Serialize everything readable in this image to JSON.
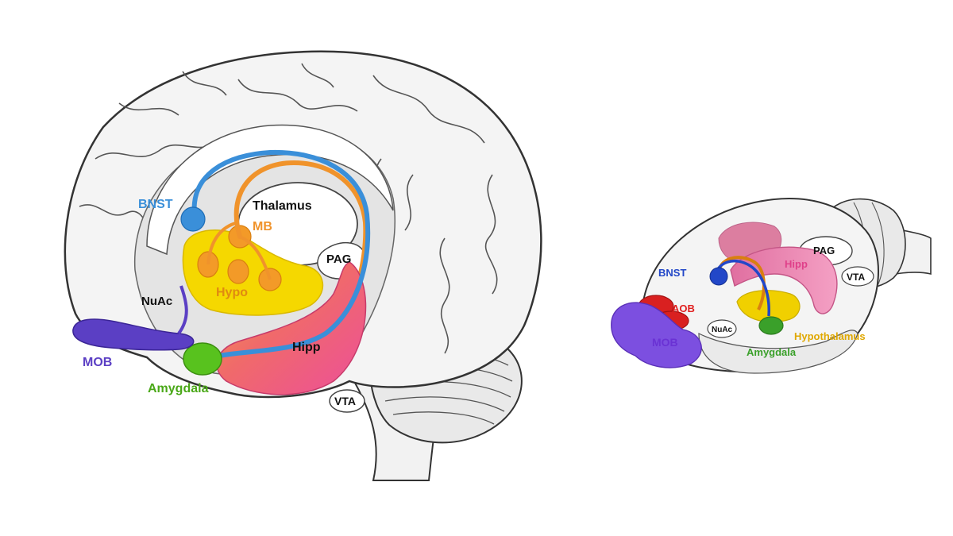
{
  "human": {
    "labels": {
      "bnst": "BNST",
      "thalamus": "Thalamus",
      "mb": "MB",
      "pag": "PAG",
      "hypo": "Hypo",
      "nuac": "NuAc",
      "mob": "MOB",
      "amygdala": "Amygdala",
      "hipp": "Hipp",
      "vta": "VTA"
    }
  },
  "rodent": {
    "labels": {
      "pag": "PAG",
      "bnst": "BNST",
      "hipp": "Hipp",
      "vta": "VTA",
      "aob": "AOB",
      "nuac": "NuAc",
      "mob": "MOB",
      "hypothalamus": "Hypothalamus",
      "amygdala": "Amygdala"
    }
  },
  "colors": {
    "bnst": "#3a8fd9",
    "stria": "#3a8fd9",
    "mb": "#f0932b",
    "fornix": "#f0932b",
    "hypo": "#f5d800",
    "amygdala": "#58c21e",
    "hipp": "#f0507f",
    "mob": "#5b3fc4",
    "aob": "#e02020",
    "rodent_bnst": "#2247c8",
    "rodent_mob": "#7c4fe0",
    "rodent_hipp": "#f07aa8",
    "rodent_hypo": "#f0d000",
    "rodent_hypo_label": "#e0a800",
    "rodent_amygdala": "#3aa02a",
    "outline": "#333333",
    "tissue": "#f2f2f2",
    "cortex_shade": "#e4e4e4"
  }
}
